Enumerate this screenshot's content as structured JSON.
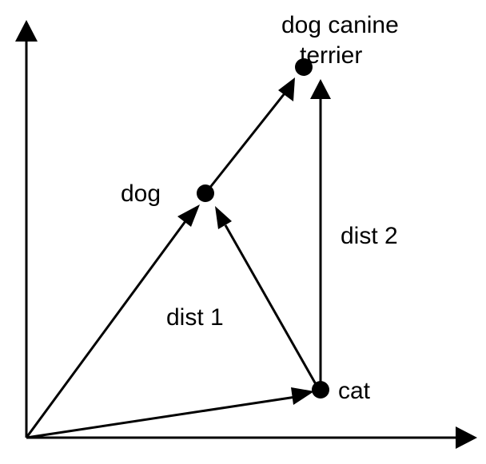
{
  "labels": {
    "dog": "dog",
    "dog_canine_line1": "dog canine",
    "dog_canine_line2": "terrier",
    "cat": "cat",
    "dist1": "dist 1",
    "dist2": "dist 2"
  },
  "colors": {
    "ink": "#000000",
    "background": "#ffffff"
  }
}
